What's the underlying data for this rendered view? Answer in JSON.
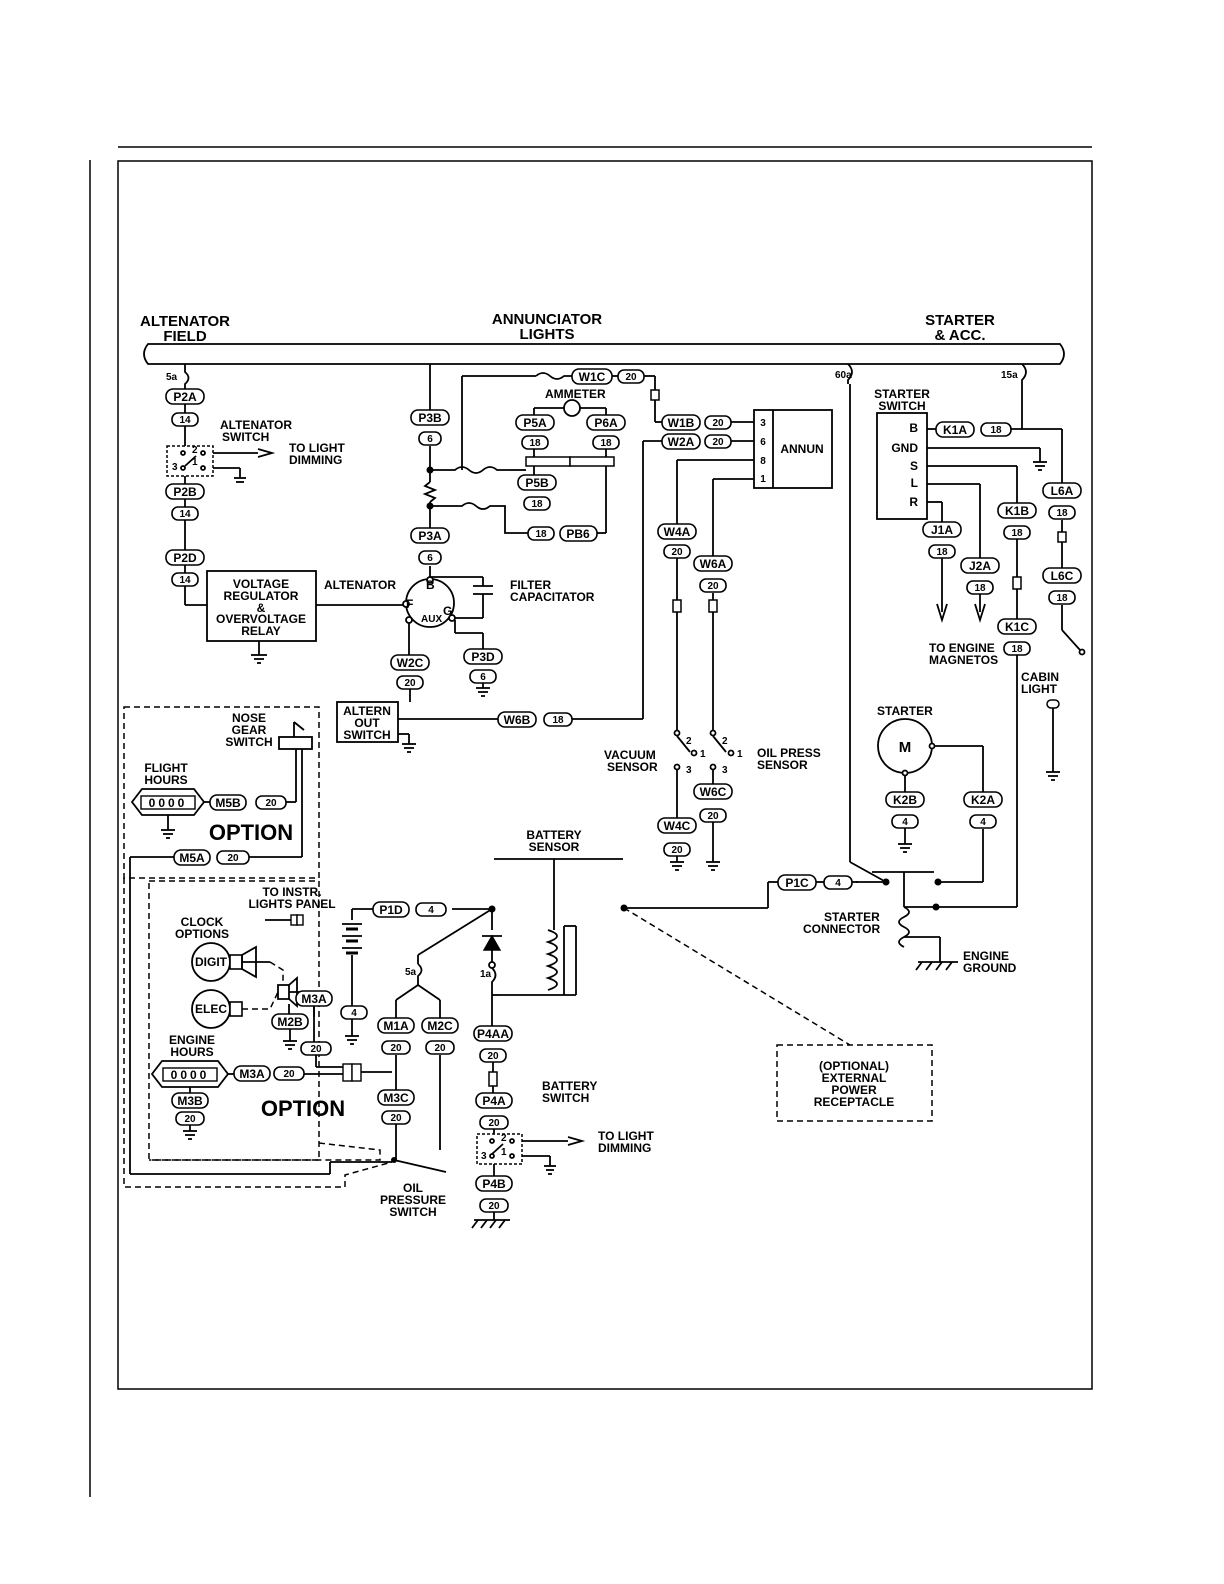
{
  "headers": {
    "alt_field_1": "ALTENATOR",
    "alt_field_2": "FIELD",
    "annun_1": "ANNUNCIATOR",
    "annun_2": "LIGHTS",
    "starter_1": "STARTER",
    "starter_2": "& ACC."
  },
  "breakers": {
    "b5a_top": "5a",
    "b60a": "60a",
    "b15a": "15a",
    "b5a_bat": "5a",
    "b1a": "1a"
  },
  "labels": {
    "alt_switch_1": "ALTENATOR",
    "alt_switch_2": "SWITCH",
    "to_light_dim_1_a": "TO LIGHT",
    "to_light_dim_1_b": "DIMMING",
    "ammeter": "AMMETER",
    "vr_1": "VOLTAGE",
    "vr_2": "REGULATOR",
    "vr_3": "&",
    "vr_4": "OVERVOLTAGE",
    "vr_5": "RELAY",
    "altenator": "ALTENATOR",
    "alt_b": "B",
    "alt_f": "F",
    "alt_g": "G",
    "alt_aux": "AUX",
    "filter_1": "FILTER",
    "filter_2": "CAPACITATOR",
    "annun": "ANNUN",
    "annun_pin_3": "3",
    "annun_pin_6": "6",
    "annun_pin_8": "8",
    "annun_pin_1": "1",
    "starter_switch_1": "STARTER",
    "starter_switch_2": "SWITCH",
    "ss_b": "B",
    "ss_gnd": "GND",
    "ss_s": "S",
    "ss_l": "L",
    "ss_r": "R",
    "to_engine_1": "TO ENGINE",
    "to_engine_2": "MAGNETOS",
    "cabin_1": "CABIN",
    "cabin_2": "LIGHT",
    "altern_out_1": "ALTERN",
    "altern_out_2": "OUT",
    "altern_out_3": "SWITCH",
    "nose_1": "NOSE",
    "nose_2": "GEAR",
    "nose_3": "SWITCH",
    "flight_1": "FLIGHT",
    "flight_2": "HOURS",
    "option_1": "OPTION",
    "vacuum_1": "VACUUM",
    "vacuum_2": "SENSOR",
    "oil_press_1": "OIL PRESS",
    "oil_press_2": "SENSOR",
    "starter": "STARTER",
    "motor": "M",
    "bat_sensor_1": "BATTERY",
    "bat_sensor_2": "SENSOR",
    "starter_conn_1": "STARTER",
    "starter_conn_2": "CONNECTOR",
    "engine_gnd_1": "ENGINE",
    "engine_gnd_2": "GROUND",
    "to_instr_1": "TO INSTR.",
    "to_instr_2": "LIGHTS PANEL",
    "clock_1": "CLOCK",
    "clock_2": "OPTIONS",
    "digit": "DIGIT",
    "elec": "ELEC",
    "engine_hours_1": "ENGINE",
    "engine_hours_2": "HOURS",
    "option_2": "OPTION",
    "bat_switch_1": "BATTERY",
    "bat_switch_2": "SWITCH",
    "to_light_dim_2_a": "TO LIGHT",
    "to_light_dim_2_b": "DIMMING",
    "oil_sw_1": "OIL",
    "oil_sw_2": "PRESSURE",
    "oil_sw_3": "SWITCH",
    "ext_1": "(OPTIONAL)",
    "ext_2": "EXTERNAL",
    "ext_3": "POWER",
    "ext_4": "RECEPTACLE",
    "hours_digits": "0000",
    "sw_2": "2",
    "sw_1": "1",
    "sw_3": "3"
  },
  "wires": {
    "P2A": "P2A",
    "P2A_g": "14",
    "P2B": "P2B",
    "P2B_g": "14",
    "P2D": "P2D",
    "P2D_g": "14",
    "P3B": "P3B",
    "P3B_g": "6",
    "P3A": "P3A",
    "P3A_g": "6",
    "W1C": "W1C",
    "W1C_g": "20",
    "P5A": "P5A",
    "P5A_g": "18",
    "P6A": "P6A",
    "P6A_g": "18",
    "P5B": "P5B",
    "P5B_g": "18",
    "PB6": "PB6",
    "PB6_g": "18",
    "W1B": "W1B",
    "W1B_g": "20",
    "W2A": "W2A",
    "W2A_g": "20",
    "W4A": "W4A",
    "W4A_g": "20",
    "W6A": "W6A",
    "W6A_g": "20",
    "W2C": "W2C",
    "W2C_g": "20",
    "P3D": "P3D",
    "P3D_g": "6",
    "W6B": "W6B",
    "W6B_g": "18",
    "K1A": "K1A",
    "K1A_g": "18",
    "J1A": "J1A",
    "J1A_g": "18",
    "J2A": "J2A",
    "J2A_g": "18",
    "K1B": "K1B",
    "K1B_g": "18",
    "K1C": "K1C",
    "K1C_g": "18",
    "L6A": "L6A",
    "L6A_g": "18",
    "L6C": "L6C",
    "L6C_g": "18",
    "K2B": "K2B",
    "K2B_g": "4",
    "K2A": "K2A",
    "K2A_g": "4",
    "W4C": "W4C",
    "W4C_g": "20",
    "W6C": "W6C",
    "W6C_g": "20",
    "M5B": "M5B",
    "M5B_g": "20",
    "M5A": "M5A",
    "M5A_g": "20",
    "P1C": "P1C",
    "P1C_g": "4",
    "P1D": "P1D",
    "P1D_g": "4",
    "M3A": "M3A",
    "M2B": "M2B",
    "M2B_g": "20",
    "M3A2": "M3A",
    "M3A2_g": "20",
    "M3B": "M3B",
    "M3B_g": "20",
    "BAT_g": "4",
    "M1A": "M1A",
    "M1A_g": "20",
    "M2C": "M2C",
    "M2C_g": "20",
    "M3C": "M3C",
    "M3C_g": "20",
    "P4AA": "P4AA",
    "P4AA_g": "20",
    "P4A": "P4A",
    "P4A_g": "20",
    "P4B": "P4B",
    "P4B_g": "20"
  }
}
